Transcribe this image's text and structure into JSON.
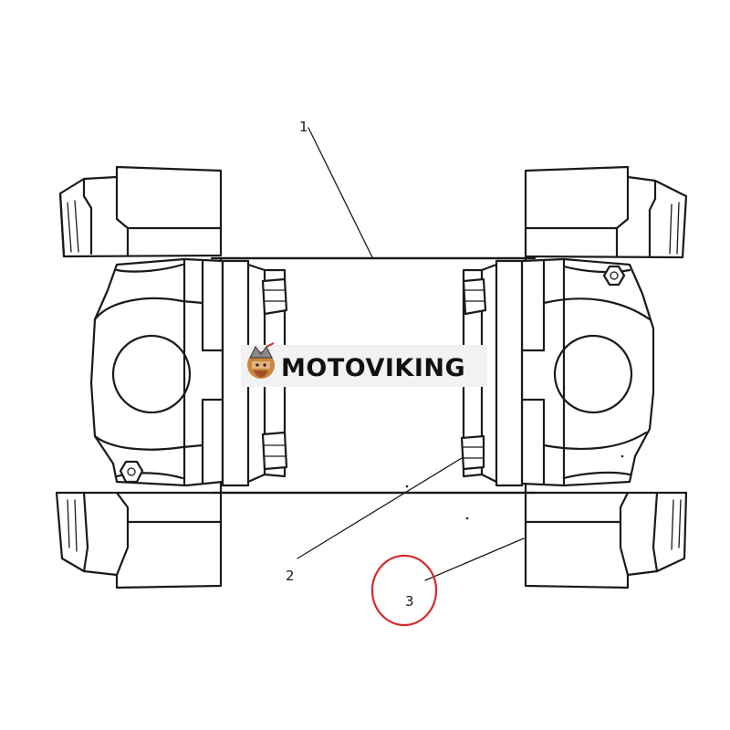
{
  "callouts": [
    {
      "id": "1",
      "label": "1"
    },
    {
      "id": "2",
      "label": "2"
    },
    {
      "id": "3",
      "label": "3"
    }
  ],
  "watermark": {
    "text": "MOTOVIKING",
    "logo": "viking-mascot-logo"
  },
  "colors": {
    "line": "#1a1a1a",
    "highlight_circle": "#d42a2a",
    "background": "#ffffff"
  }
}
